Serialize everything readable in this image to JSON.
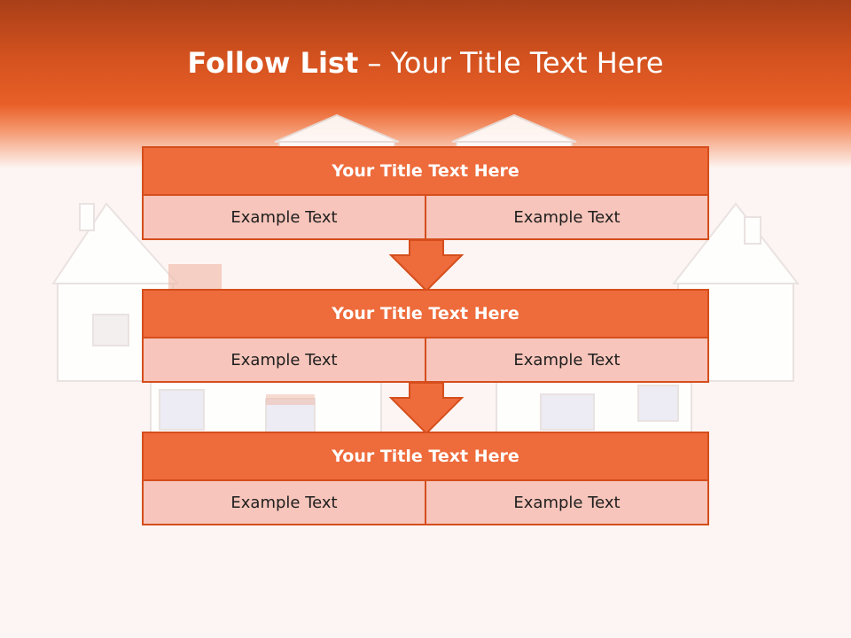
{
  "slide": {
    "title_bold": "Follow List",
    "title_rest": " – Your Title Text Here"
  },
  "blocks": [
    {
      "title": "Your Title Text Here",
      "cells": [
        "Example Text",
        "Example Text"
      ]
    },
    {
      "title": "Your Title Text Here",
      "cells": [
        "Example Text",
        "Example Text"
      ]
    },
    {
      "title": "Your Title Text Here",
      "cells": [
        "Example Text",
        "Example Text"
      ]
    }
  ],
  "colors": {
    "header": "#e85f28",
    "block_title": "#ee6b3b",
    "block_row": "#f7c5bb",
    "border": "#d54e1c"
  },
  "background_image": "faded-houses-illustration"
}
